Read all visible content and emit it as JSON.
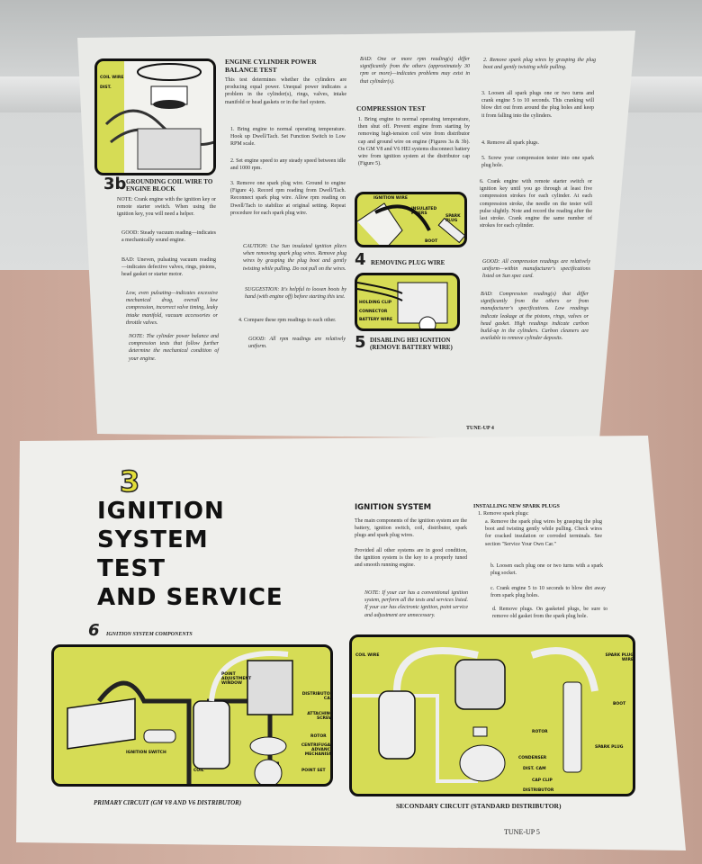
{
  "top_page": {
    "fig3b": {
      "labels": [
        "COIL WIRE",
        "DIST."
      ],
      "number": "3b",
      "caption": "GROUNDING COIL WIRE TO ENGINE BLOCK"
    },
    "col1": [
      "NOTE: Crank engine with the ignition key or remote starter switch. When using the ignition key, you will need a helper.",
      "GOOD: Steady vacuum reading—indicates a mechanically sound engine.",
      "BAD: Uneven, pulsating vacuum reading—indicates defective valves, rings, pistons, head gasket or starter motor.",
      "Low, even pulsating—indicates excessive mechanical drag, overall low compression, incorrect valve timing, leaky intake manifold, vacuum accessories or throttle valves.",
      "NOTE: The cylinder power balance and compression tests that follow further determine the mechanical condition of your engine."
    ],
    "power_balance": {
      "heading": "ENGINE CYLINDER POWER BALANCE TEST",
      "intro": "This test determines whether the cylinders are producing equal power. Unequal power indicates a problem in the cylinder(s), rings, valves, intake manifold or head gaskets or in the fuel system.",
      "steps": [
        "1. Bring engine to normal operating temperature. Hook up Dwell/Tach. Set Function Switch to Low RPM scale.",
        "2. Set engine speed to any steady speed between idle and 1000 rpm.",
        "3. Remove one spark plug wire. Ground to engine (Figure 4). Record rpm reading from Dwell/Tach. Reconnect spark plug wire. Allow rpm reading on Dwell/Tach to stabilize at original setting. Repeat procedure for each spark plug wire."
      ],
      "caution": "CAUTION: Use Sun insulated ignition pliers when removing spark plug wires. Remove plug wires by grasping the plug boot and gently twisting while pulling. Do not pull on the wires.",
      "suggestion": "SUGGESTION: It's helpful to loosen boots by hand (with engine off) before starting this test.",
      "step4": "4. Compare these rpm readings to each other.",
      "good": "GOOD: All rpm readings are relatively uniform."
    },
    "col3": {
      "bad": "BAD: One or more rpm reading(s) differ significantly from the others (approximately 30 rpm or more)—indicates problems may exist in that cylinder(s).",
      "heading": "COMPRESSION TEST",
      "step1": "1. Bring engine to normal operating temperature, then shut off. Prevent engine from starting by removing high-tension coil wire from distributor cap and ground wire on engine (Figures 3a & 3b). On GM V8 and V6 HEI systems disconnect battery wire from ignition system at the distributor cap (Figure 5).",
      "fig4": {
        "labels": [
          "IGNITION WIRE",
          "INSULATED PLIERS",
          "SPARK PLUG",
          "BOOT"
        ],
        "number": "4",
        "caption": "REMOVING PLUG WIRE"
      },
      "fig5": {
        "labels": [
          "HOLDING CLIP",
          "CONNECTOR",
          "BATTERY WIRE"
        ],
        "number": "5",
        "caption": "DISABLING HEI IGNITION (REMOVE BATTERY WIRE)"
      }
    },
    "col4": [
      "2. Remove spark plug wires by grasping the plug boot and gently twisting while pulling.",
      "3. Loosen all spark plugs one or two turns and crank engine 5 to 10 seconds. This cranking will blow dirt out from around the plug holes and keep it from falling into the cylinders.",
      "4. Remove all spark plugs.",
      "5. Screw your compression tester into one spark plug hole.",
      "6. Crank engine with remote starter switch or ignition key until you go through at least five compression strokes for each cylinder. At each compression stroke, the needle on the tester will pulse slightly. Note and record the reading after the last stroke. Crank engine the same number of strokes for each cylinder.",
      "GOOD: All compression readings are relatively uniform—within manufacturer's specifications listed on Sun spec card.",
      "BAD: Compression reading(s) that differ significantly from the others or from manufacturer's specifications. Low readings indicate leakage at the pistons, rings, valves or head gasket. High readings indicate carbon build-up in the cylinders. Carbon cleaners are available to remove cylinder deposits."
    ],
    "footer": "TUNE-UP 4"
  },
  "bottom_page": {
    "section_number": "3",
    "title_lines": [
      "IGNITION",
      "SYSTEM",
      "TEST",
      "AND SERVICE"
    ],
    "ignition": {
      "heading": "IGNITION SYSTEM",
      "p1": "The main components of the ignition system are the battery, ignition switch, coil, distributor, spark plugs and spark plug wires.",
      "p2": "Provided all other systems are in good condition, the ignition system is the key to a properly tuned and smooth running engine.",
      "note": "NOTE: If your car has a conventional ignition system, perform all the tests and services listed. If your car has electronic ignition, point service and adjustment are unnecessary."
    },
    "spark": {
      "heading": "INSTALLING NEW SPARK PLUGS",
      "step1": "1. Remove spark plugs:",
      "a": "a. Remove the spark plug wires by grasping the plug boot and twisting gently while pulling. Check wires for cracked insulation or corroded terminals. See section \"Service Your Own Car.\"",
      "b": "b. Loosen each plug one or two turns with a spark plug socket.",
      "c": "c. Crank engine 5 to 10 seconds to blow dirt away from spark plug holes.",
      "d": "d. Remove plugs. On gasketed plugs, be sure to remove old gasket from the spark plug hole."
    },
    "fig6": {
      "number": "6",
      "caption": "IGNITION SYSTEM COMPONENTS"
    },
    "primary": {
      "labels": {
        "window": "POINT ADJUSTMENT WINDOW",
        "cap": "DISTRIBUTOR CAP",
        "screw": "ATTACHING SCREW",
        "rotor": "ROTOR",
        "advance": "CENTRIFUGAL ADVANCE MECHANISM",
        "points": "POINT SET",
        "switch": "IGNITION SWITCH",
        "coil": "COIL"
      },
      "caption": "PRIMARY CIRCUIT (GM V8 AND V6 DISTRIBUTOR)"
    },
    "secondary": {
      "labels": {
        "coilwire": "COIL WIRE",
        "plugwire": "SPARK PLUG WIRE",
        "boot": "BOOT",
        "rotor": "ROTOR",
        "plug": "SPARK PLUG",
        "condenser": "CONDENSER",
        "cam": "DIST. CAM",
        "clip": "CAP CLIP",
        "dist": "DISTRIBUTOR"
      },
      "caption": "SECONDARY CIRCUIT (STANDARD DISTRIBUTOR)"
    },
    "footer": "TUNE-UP 5"
  },
  "colors": {
    "diagram_yellow": "#d6dc55",
    "page": "#ecedea",
    "title_number": "#e3de3a"
  }
}
